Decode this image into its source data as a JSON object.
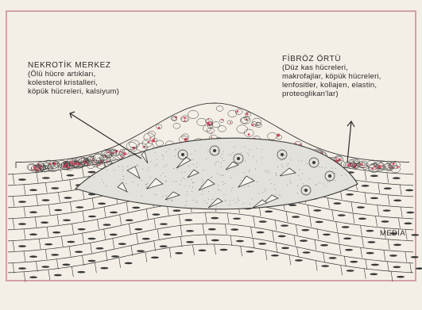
{
  "necrotic_core": {
    "title": "NEKROTİK MERKEZ",
    "lines": [
      "(Ölü hücre artıkları,",
      "kolesterol kristalleri,",
      "köpük hücreleri, kalsiyum)"
    ]
  },
  "fibrous_cap": {
    "title": "FİBRÖZ ÖRTÜ",
    "lines": [
      "(Düz kas hücreleri,",
      "makrofajlar, köpük hücreleri,",
      "lenfositler, kollajen, elastin,",
      "proteoglikan'lar)"
    ]
  },
  "media_label": "MEDİA",
  "colors": {
    "background": "#f4efe6",
    "border": "#d4a0a8",
    "ink": "#3a3a3a",
    "cell_red": "#d9475f",
    "core_fill": "#e3e1dc"
  }
}
